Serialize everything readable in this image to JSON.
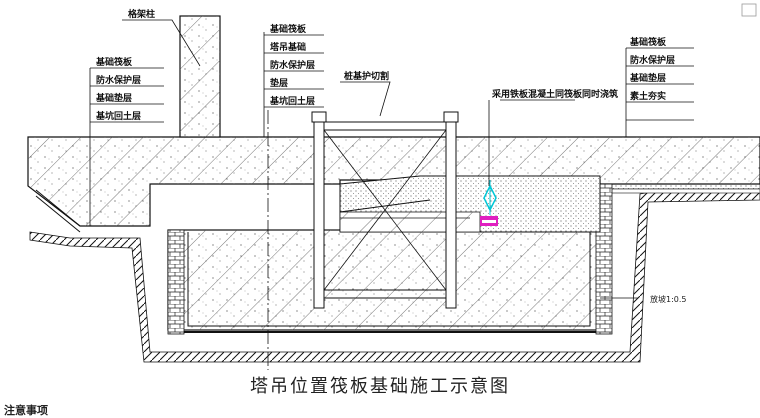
{
  "caption": "塔吊位置筏板基础施工示意图",
  "note_heading": "注意事项",
  "labels": {
    "tower_column": "格架柱",
    "left_stack": [
      "基础筏板",
      "防水保护层",
      "基础垫层",
      "基坑回土层"
    ],
    "mid_stack": [
      "基础筏板",
      "塔吊基础",
      "防水保护层",
      "垫层",
      "基坑回土层"
    ],
    "right_stack": [
      "基础筏板",
      "防水保护层",
      "基础垫层",
      "素土夯实"
    ],
    "cut_column": "桩基护切割",
    "pour_note": "采用铁板混凝土同筏板同时浇筑",
    "slope_note": "放坡1:0.5"
  }
}
